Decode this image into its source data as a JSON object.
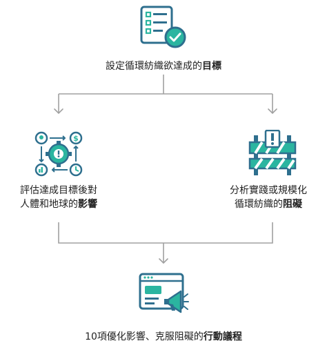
{
  "top": {
    "text": "設定循環紡織欲達成的",
    "bold": "目標",
    "icon": "checklist-icon"
  },
  "left": {
    "line1": "評估達成目標後對",
    "line2_text": "人體和地球的",
    "line2_bold": "影響",
    "icon": "gear-cycle-icon"
  },
  "right": {
    "line1": "分析實踐或規模化",
    "line2_text": "循環紡織的",
    "line2_bold": "阻礙",
    "icon": "roadblock-icon"
  },
  "bottom": {
    "text": "10項優化影響、克服阻礙的",
    "bold": "行動議程",
    "icon": "megaphone-icon"
  },
  "colors": {
    "accent": "#2bb5a0",
    "dark": "#2e6f8e",
    "line": "#999999"
  }
}
